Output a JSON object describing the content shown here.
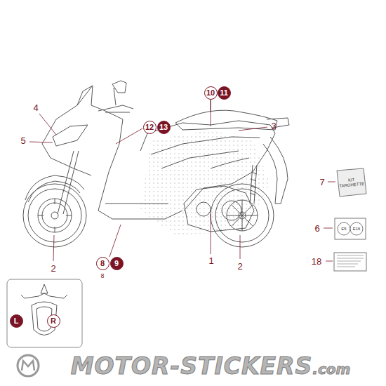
{
  "diagram": {
    "nodes": [
      {
        "text": [
          "10"
        ]
      },
      {
        "text": [
          "11"
        ]
      },
      {
        "text": [
          "12"
        ]
      },
      {
        "text": [
          "13"
        ]
      },
      {
        "text": [
          "8"
        ]
      },
      {
        "text": [
          "9"
        ]
      },
      {
        "text": [
          "L"
        ]
      },
      {
        "text": [
          "R"
        ]
      }
    ],
    "labels": [
      "4",
      "3",
      "5",
      "7",
      "KIT TARGHETTE",
      "6",
      "E5",
      "E16",
      "8",
      "1",
      "2",
      "2",
      "18",
      "MOTOR-STICKERS",
      ".com"
    ]
  }
}
